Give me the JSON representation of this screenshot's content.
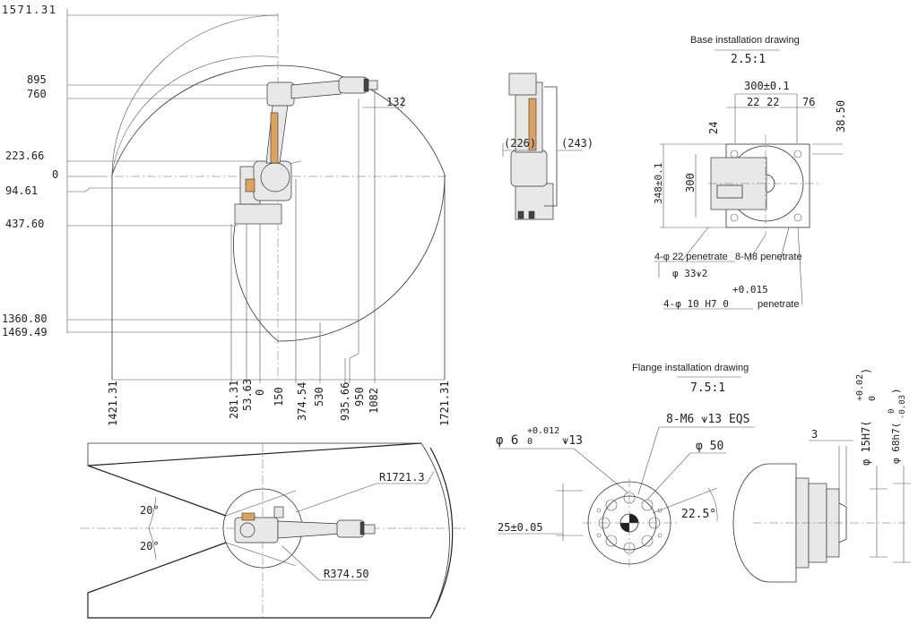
{
  "side_view": {
    "heights": [
      "1571.31",
      "895",
      "760",
      "223.66",
      "0",
      "94.61",
      "437.60",
      "1360.80",
      "1469.49"
    ],
    "widths": [
      "1421.31",
      "281.31",
      "53.63",
      "0",
      "150",
      "374.54",
      "530",
      "935.66",
      "950",
      "1082",
      "1721.31"
    ],
    "wrist_offset": "132"
  },
  "side_profile": {
    "dims": [
      "(226)",
      "(243)"
    ]
  },
  "base_drawing": {
    "title": "Base installation drawing",
    "scale": "2.5:1",
    "dims": [
      "300±0.1",
      "22",
      "22",
      "76",
      "38.50",
      "24",
      "348±0.1",
      "300"
    ],
    "notes": [
      "4-φ 22 penetrate",
      "8-M8 penetrate",
      "φ 33⩛2",
      "+0.015",
      "4-φ 10 H7 0",
      "penetrate"
    ]
  },
  "top_view": {
    "angles": [
      "20°",
      "20°"
    ],
    "radii": [
      "R1721.3",
      "R374.50"
    ]
  },
  "flange_drawing": {
    "title": "Flange installation drawing",
    "scale": "7.5:1",
    "notes": [
      "φ 6",
      "+0.012",
      "0",
      "⩛13",
      "8-M6 ⩛13 EQS",
      "φ 50",
      "22.5°",
      "25±0.05"
    ],
    "side_dims": [
      "3",
      "φ 15H7(",
      "+0.02",
      "0",
      ")",
      "φ 68h7(",
      "0",
      "-0.03",
      ")"
    ]
  }
}
